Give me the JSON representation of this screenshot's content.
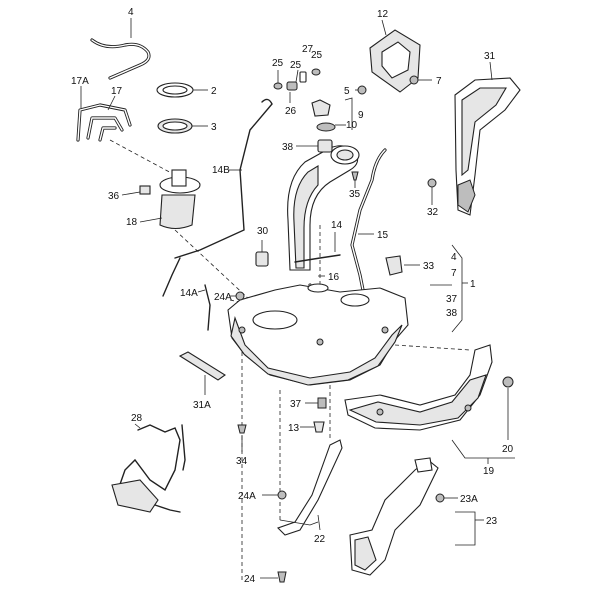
{
  "labels": {
    "p1": "1",
    "p2": "2",
    "p3": "3",
    "p4": "4",
    "p4b": "4",
    "p5": "5",
    "p7": "7",
    "p7b": "7",
    "p9": "9",
    "p10": "10",
    "p12": "12",
    "p13": "13",
    "p14": "14",
    "p14a": "14A",
    "p14b": "14B",
    "p15": "15",
    "p16": "16",
    "p17": "17",
    "p17a": "17A",
    "p18": "18",
    "p19": "19",
    "p20": "20",
    "p22": "22",
    "p23": "23",
    "p23a": "23A",
    "p24": "24",
    "p24a": "24A",
    "p24a2": "24A",
    "p25a": "25",
    "p25b": "25",
    "p25c": "25",
    "p26": "26",
    "p27": "27",
    "p28": "28",
    "p30": "30",
    "p31": "31",
    "p31a": "31A",
    "p32": "32",
    "p33": "33",
    "p34": "34",
    "p35": "35",
    "p36": "36",
    "p37": "37",
    "p37b": "37",
    "p38": "38",
    "p38b": "38"
  }
}
